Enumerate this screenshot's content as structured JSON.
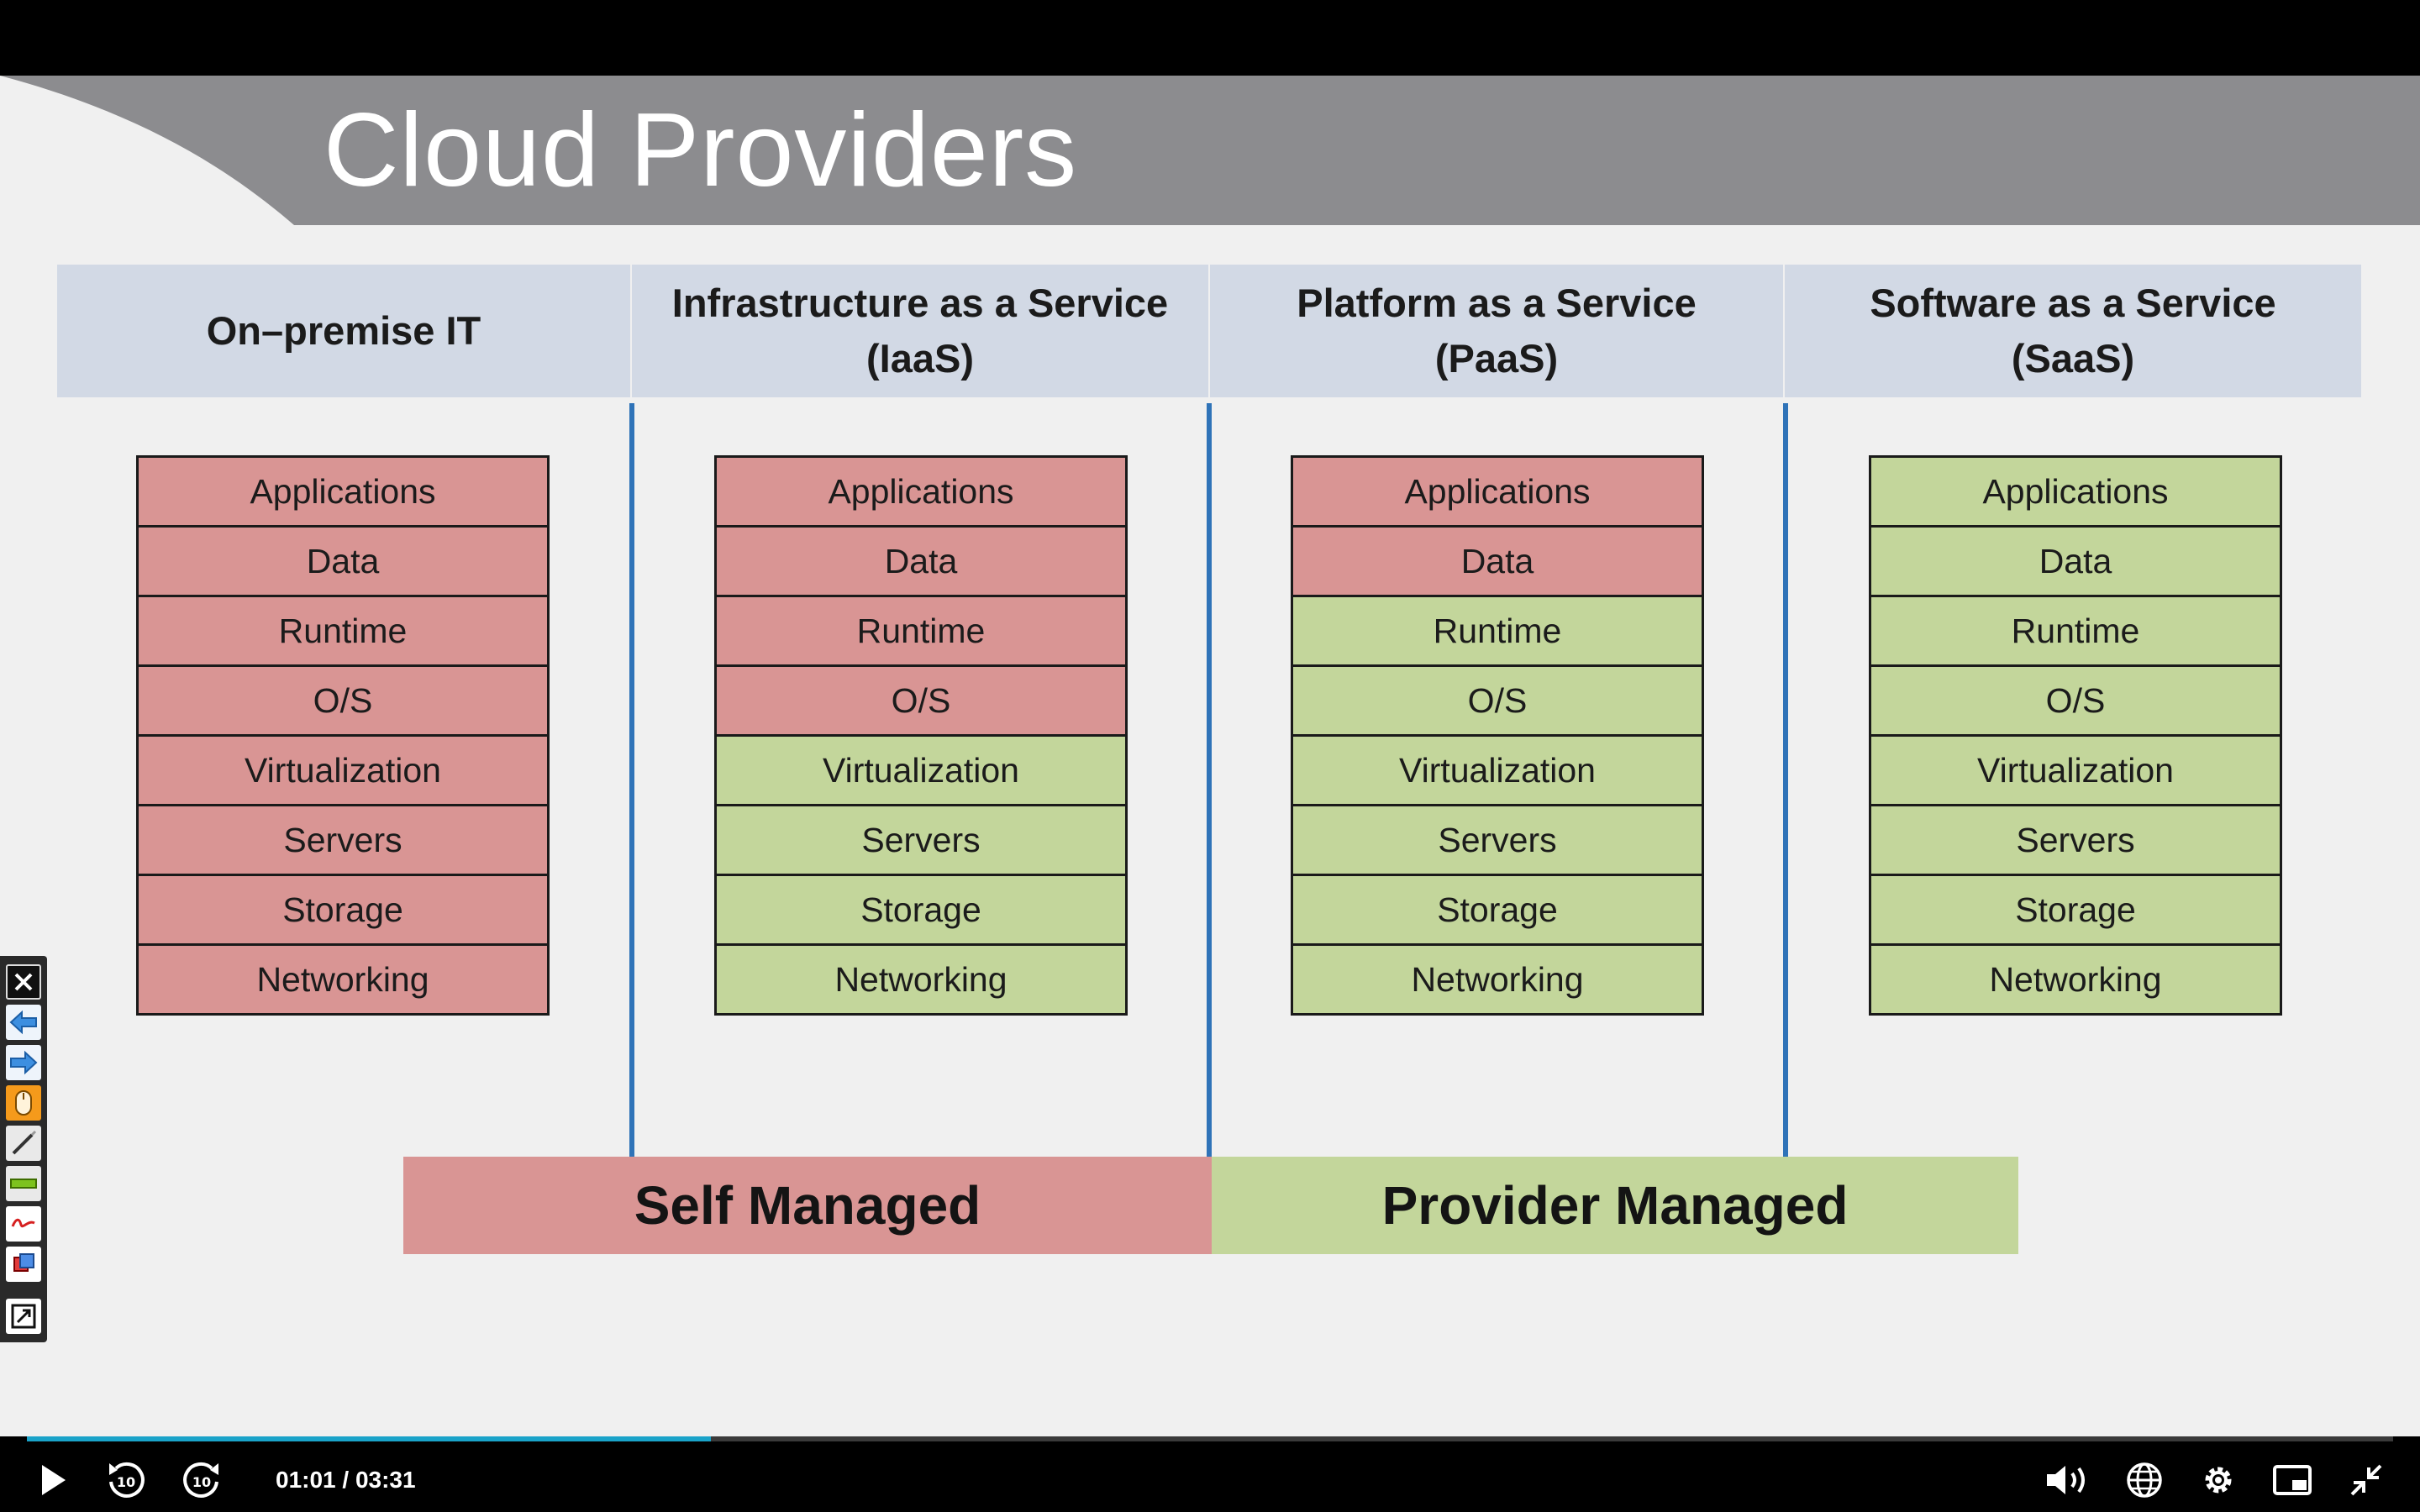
{
  "slide": {
    "title": "Cloud Providers",
    "columns": [
      {
        "header": [
          "On–premise IT"
        ],
        "layers": [
          {
            "label": "Applications",
            "managed": "self"
          },
          {
            "label": "Data",
            "managed": "self"
          },
          {
            "label": "Runtime",
            "managed": "self"
          },
          {
            "label": "O/S",
            "managed": "self"
          },
          {
            "label": "Virtualization",
            "managed": "self"
          },
          {
            "label": "Servers",
            "managed": "self"
          },
          {
            "label": "Storage",
            "managed": "self"
          },
          {
            "label": "Networking",
            "managed": "self"
          }
        ]
      },
      {
        "header": [
          "Infrastructure as a Service",
          "(IaaS)"
        ],
        "layers": [
          {
            "label": "Applications",
            "managed": "self"
          },
          {
            "label": "Data",
            "managed": "self"
          },
          {
            "label": "Runtime",
            "managed": "self"
          },
          {
            "label": "O/S",
            "managed": "self"
          },
          {
            "label": "Virtualization",
            "managed": "provider"
          },
          {
            "label": "Servers",
            "managed": "provider"
          },
          {
            "label": "Storage",
            "managed": "provider"
          },
          {
            "label": "Networking",
            "managed": "provider"
          }
        ]
      },
      {
        "header": [
          "Platform as a Service",
          "(PaaS)"
        ],
        "layers": [
          {
            "label": "Applications",
            "managed": "self"
          },
          {
            "label": "Data",
            "managed": "self"
          },
          {
            "label": "Runtime",
            "managed": "provider"
          },
          {
            "label": "O/S",
            "managed": "provider"
          },
          {
            "label": "Virtualization",
            "managed": "provider"
          },
          {
            "label": "Servers",
            "managed": "provider"
          },
          {
            "label": "Storage",
            "managed": "provider"
          },
          {
            "label": "Networking",
            "managed": "provider"
          }
        ]
      },
      {
        "header": [
          "Software as a Service",
          "(SaaS)"
        ],
        "layers": [
          {
            "label": "Applications",
            "managed": "provider"
          },
          {
            "label": "Data",
            "managed": "provider"
          },
          {
            "label": "Runtime",
            "managed": "provider"
          },
          {
            "label": "O/S",
            "managed": "provider"
          },
          {
            "label": "Virtualization",
            "managed": "provider"
          },
          {
            "label": "Servers",
            "managed": "provider"
          },
          {
            "label": "Storage",
            "managed": "provider"
          },
          {
            "label": "Networking",
            "managed": "provider"
          }
        ]
      }
    ],
    "legend": {
      "self": "Self Managed",
      "provider": "Provider Managed"
    }
  },
  "colors": {
    "self_managed": "#d99594",
    "provider_managed": "#c3d69b",
    "header_bg": "#d2d9e5",
    "title_band": "#8c8c8f",
    "divider": "#2f73b8",
    "progress_fill": "#1aa3c9"
  },
  "annotation_toolbar": {
    "icons": [
      "close-icon",
      "arrow-left-icon",
      "arrow-right-icon",
      "mouse-icon",
      "pen-icon",
      "highlighter-icon",
      "text-icon",
      "eraser-icon",
      "capture-icon"
    ]
  },
  "player": {
    "time": "01:01 / 03:31",
    "progress": 0.289,
    "icons": [
      "play-icon",
      "rewind-10-icon",
      "forward-10-icon",
      "volume-icon",
      "globe-icon",
      "settings-icon",
      "pip-icon",
      "exit-fullscreen-icon"
    ]
  }
}
